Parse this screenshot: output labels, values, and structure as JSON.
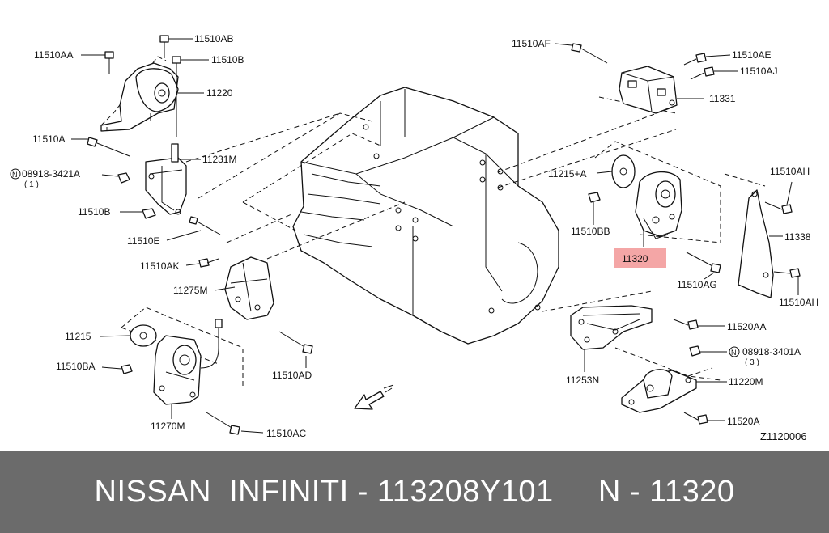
{
  "diagram": {
    "code": "Z1120006",
    "highlight_color": "#f4a6a6",
    "labels": {
      "p11510AB": "11510AB",
      "p11510AA": "11510AA",
      "p11510B_top": "11510B",
      "p11220": "11220",
      "p11510A": "11510A",
      "p11231M": "11231M",
      "p08918_3421A": "08918-3421A",
      "p08918_3421A_qty": "( 1 )",
      "p11510B": "11510B",
      "p11510E": "11510E",
      "p11510AK": "11510AK",
      "p11275M": "11275M",
      "p11215": "11215",
      "p11510BA": "11510BA",
      "p11510AD": "11510AD",
      "p11270M": "11270M",
      "p11510AC": "11510AC",
      "p11510AF": "11510AF",
      "p11510AE": "11510AE",
      "p11510AJ": "11510AJ",
      "p11331": "11331",
      "p11215A": "11215+A",
      "p11510BB": "11510BB",
      "p11320": "11320",
      "p11510AG": "11510AG",
      "p11510AH_top": "11510AH",
      "p11338": "11338",
      "p11510AH_bot": "11510AH",
      "p11520AA": "11520AA",
      "p08918_3401A": "08918-3401A",
      "p08918_3401A_qty": "( 3 )",
      "p11253N": "11253N",
      "p11220M": "11220M",
      "p11520A": "11520A",
      "n_symbol": "N"
    }
  },
  "footer": {
    "text": "NISSAN  INFINITI - 113208Y101     N - 11320",
    "background": "#6b6b6b",
    "color": "#ffffff"
  }
}
